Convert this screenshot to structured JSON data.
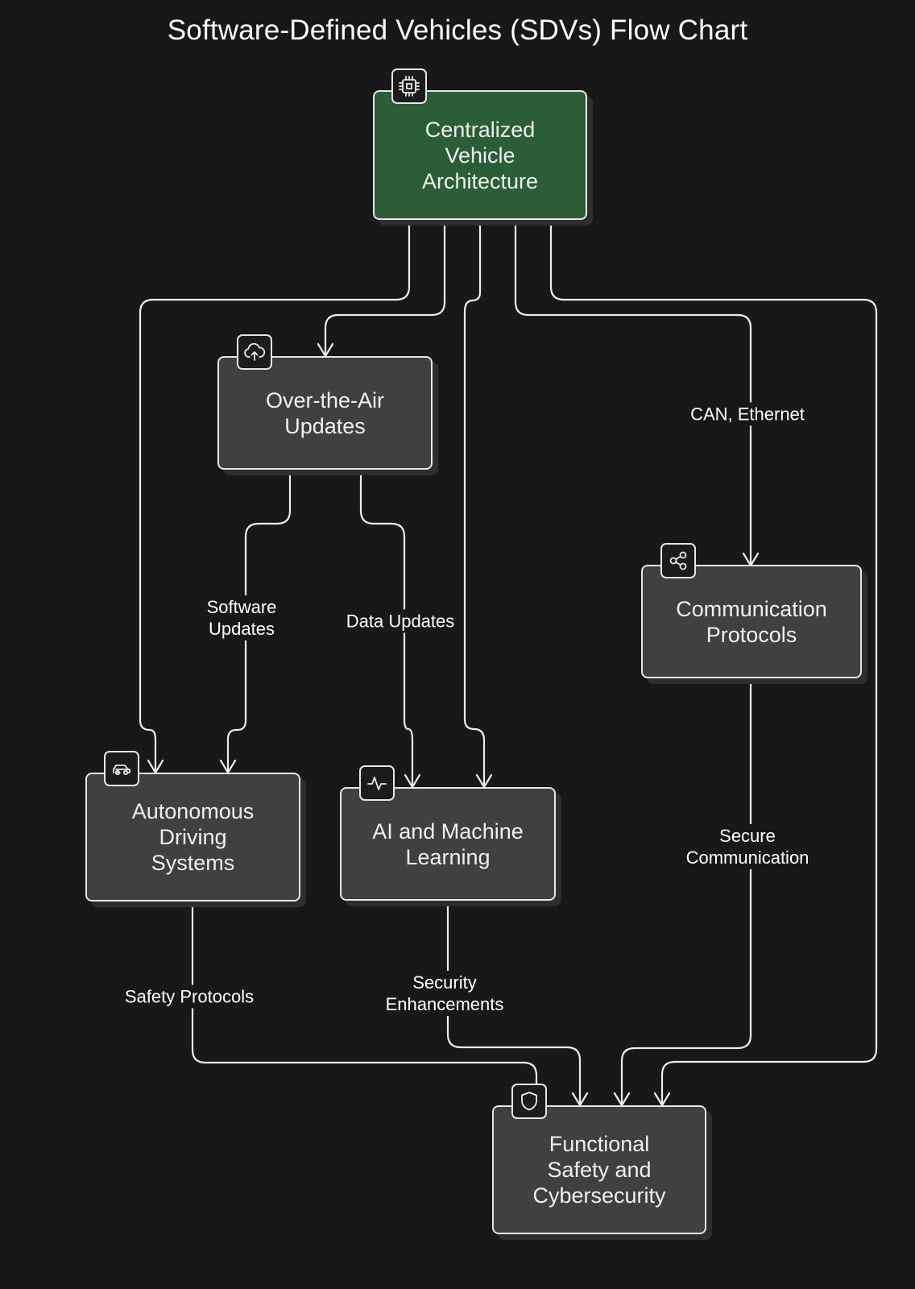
{
  "title": "Software-Defined Vehicles (SDVs) Flow Chart",
  "nodes": {
    "central": {
      "line1": "Centralized",
      "line2": "Vehicle",
      "line3": "Architecture",
      "icon": "chip-icon"
    },
    "ota": {
      "line1": "Over-the-Air",
      "line2": "Updates",
      "icon": "cloud-upload-icon"
    },
    "comm": {
      "line1": "Communication",
      "line2": "Protocols",
      "icon": "share-icon"
    },
    "autonomous": {
      "line1": "Autonomous",
      "line2": "Driving",
      "line3": "Systems",
      "icon": "car-icon"
    },
    "ai": {
      "line1": "AI and Machine",
      "line2": "Learning",
      "icon": "activity-icon"
    },
    "safety": {
      "line1": "Functional",
      "line2": "Safety and",
      "line3": "Cybersecurity",
      "icon": "shield-icon"
    }
  },
  "edges": {
    "can_ethernet": {
      "line1": "CAN, Ethernet"
    },
    "software_updates": {
      "line1": "Software",
      "line2": "Updates"
    },
    "data_updates": {
      "line1": "Data Updates"
    },
    "secure_communication": {
      "line1": "Secure",
      "line2": "Communication"
    },
    "safety_protocols": {
      "line1": "Safety Protocols"
    },
    "security_enhancements": {
      "line1": "Security",
      "line2": "Enhancements"
    }
  },
  "colors": {
    "background": "#181818",
    "root_fill": "#2b5e36",
    "node_fill": "#404040",
    "stroke": "#e6e6e6"
  }
}
